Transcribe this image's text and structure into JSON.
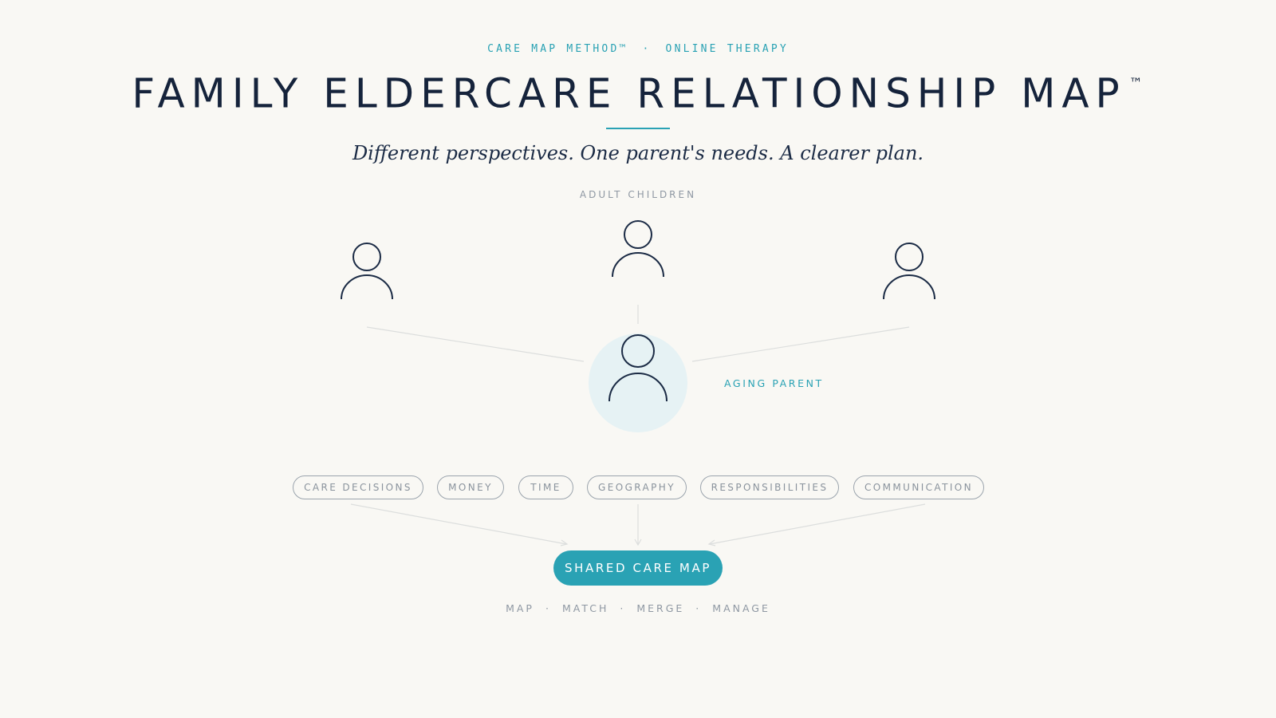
{
  "header": {
    "eyebrow_left": "CARE MAP METHOD™",
    "eyebrow_sep": "·",
    "eyebrow_right": "ONLINE THERAPY",
    "title": "FAMILY ELDERCARE RELATIONSHIP MAP",
    "title_mark": "™",
    "subtitle": "Different perspectives. One parent's needs. A clearer plan."
  },
  "diagram": {
    "group_label": "ADULT CHILDREN",
    "children": [
      {
        "icon": "person-icon"
      },
      {
        "icon": "person-icon"
      },
      {
        "icon": "person-icon"
      }
    ],
    "parent": {
      "icon": "person-icon",
      "label": "AGING PARENT"
    },
    "topics": [
      "CARE DECISIONS",
      "MONEY",
      "TIME",
      "GEOGRAPHY",
      "RESPONSIBILITIES",
      "COMMUNICATION"
    ],
    "outcome": "SHARED CARE MAP",
    "steps": [
      "MAP",
      "MATCH",
      "MERGE",
      "MANAGE"
    ],
    "step_sep": "·"
  },
  "colors": {
    "background": "#f9f8f4",
    "ink": "#15233b",
    "accent": "#2aa2b4",
    "muted": "#8f98a3",
    "parent_halo": "#e6f2f4"
  }
}
